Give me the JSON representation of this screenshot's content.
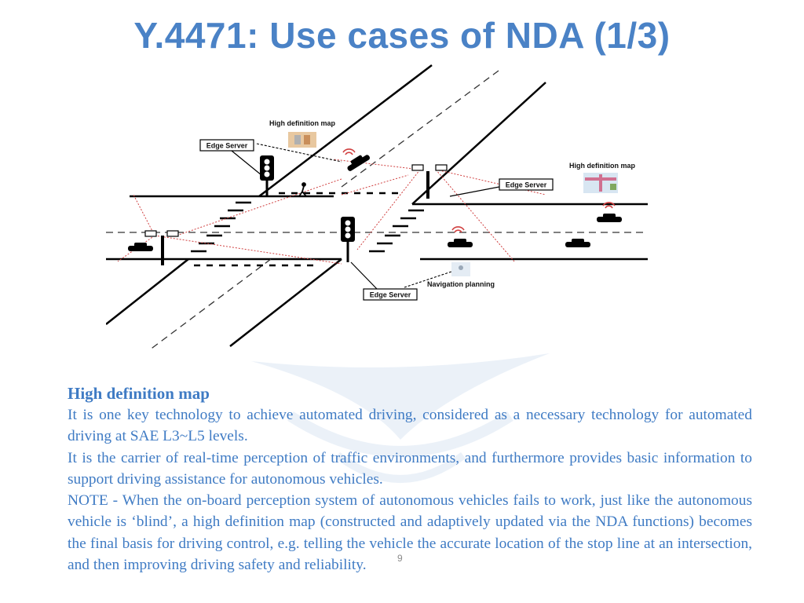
{
  "title": "Y.4471: Use cases of NDA (1/3)",
  "diagram": {
    "labels": {
      "hd_map_top": "High definition map",
      "edge_server_left": "Edge Server",
      "hd_map_right": "High definition map",
      "edge_server_right": "Edge Server",
      "edge_server_bottom": "Edge Server",
      "navigation_planning": "Navigation planning"
    }
  },
  "section": {
    "heading": "High definition map",
    "paragraphs": [
      "It is one key technology to achieve automated driving, considered as a necessary technology for automated driving at SAE L3~L5 levels.",
      "It is the carrier of real-time perception of traffic environments, and furthermore provides basic information to support driving assistance for autonomous vehicles.",
      "NOTE - When the on-board perception system of autonomous vehicles fails to work, just like the autonomous vehicle is ‘blind’, a high definition map (constructed and adaptively updated via the NDA functions) becomes the final basis for driving control, e.g. telling the vehicle the accurate location of the stop line at an intersection, and then improving driving safety and reliability."
    ]
  },
  "page_number": "9",
  "colors": {
    "title": "#4a82c6",
    "body_text": "#3f7bc4",
    "sensing_lines": "#d04040"
  }
}
